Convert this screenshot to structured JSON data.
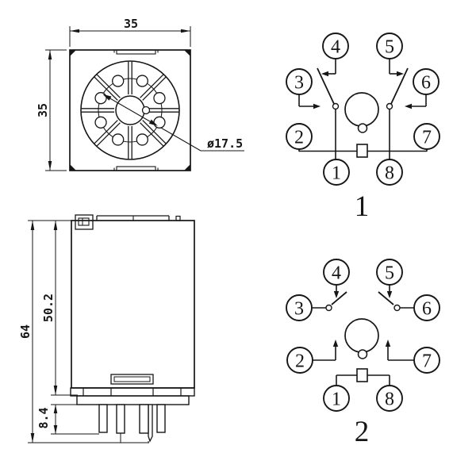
{
  "drawing": {
    "top_view": {
      "width_dim": "35",
      "height_dim": "35",
      "pin_circle_dim": "ø17.5"
    },
    "side_view": {
      "total_height_dim": "64",
      "body_height_dim": "50.2",
      "pin_length_dim": "8.4"
    },
    "diagram_1": {
      "label": "1",
      "pin_labels": [
        "4",
        "5",
        "3",
        "6",
        "2",
        "7",
        "1",
        "8"
      ]
    },
    "diagram_2": {
      "label": "2",
      "pin_labels": [
        "4",
        "5",
        "3",
        "6",
        "2",
        "7",
        "1",
        "8"
      ]
    }
  },
  "colors": {
    "line": "#161616",
    "background": "#ffffff"
  }
}
